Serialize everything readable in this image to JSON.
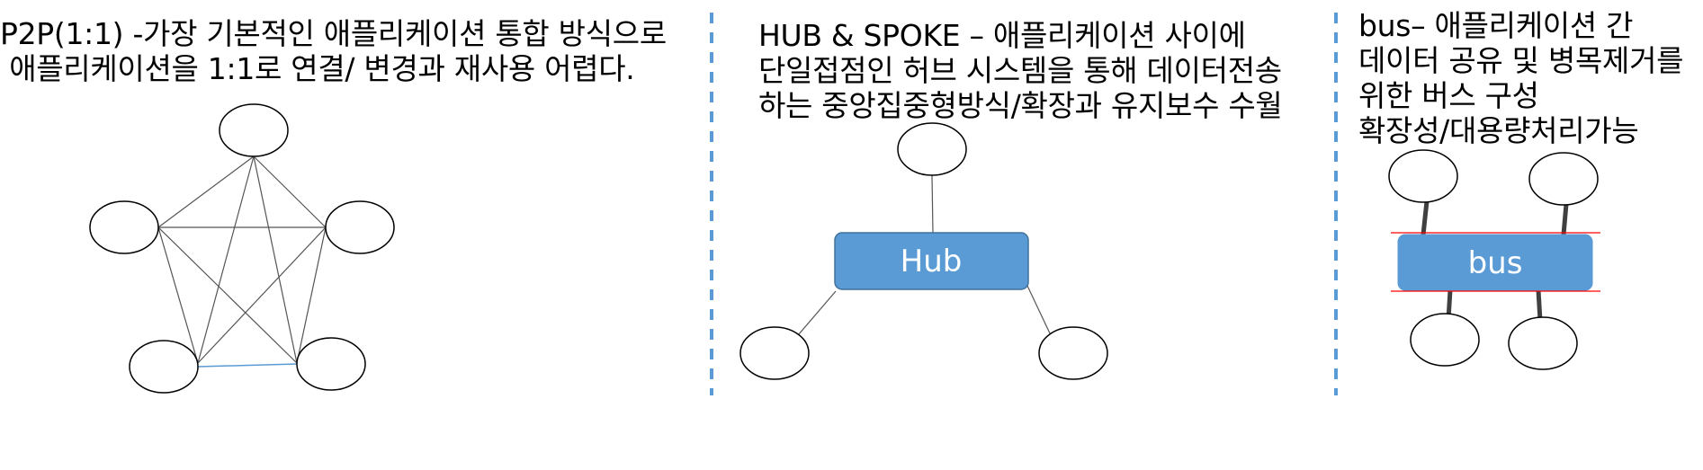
{
  "panels": {
    "p2p": {
      "caption": "P2P(1:1) -가장 기본적인 애플리케이션 통합 방식으로\n 애플리케이션을 1:1로 연결/ 변경과 재사용 어렵다."
    },
    "hub": {
      "caption": "HUB & SPOKE – 애플리케이션 사이에\n단일접점인 허브 시스템을 통해 데이터전송\n하는 중앙집중형방식/확장과 유지보수 수월",
      "box_label": "Hub"
    },
    "bus": {
      "caption": "bus– 애플리케이션 간\n데이터 공유 및 병목제거를\n위한 버스 구성\n확장성/대용량처리가능",
      "box_label": "bus"
    }
  },
  "colors": {
    "box_fill": "#5b9bd5",
    "box_stroke": "#41719c",
    "divider": "#5b9bd5",
    "bus_edge": "#ff0000",
    "highlight_link": "#5b9bd5"
  }
}
